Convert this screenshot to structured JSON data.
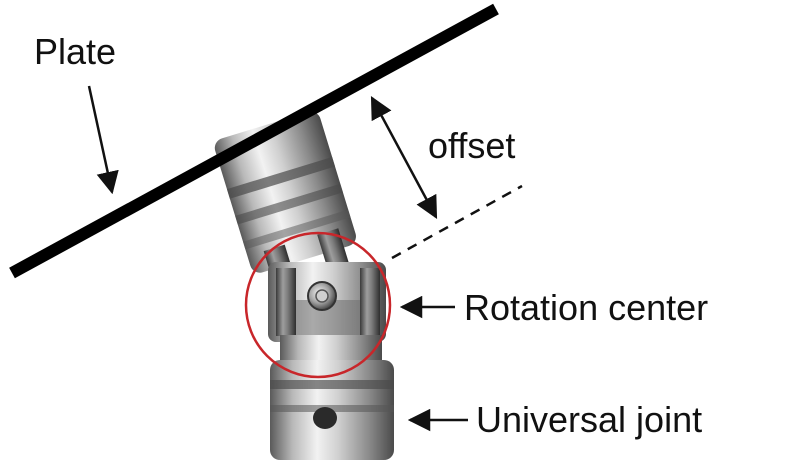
{
  "labels": {
    "plate": "Plate",
    "offset": "offset",
    "rotation_center": "Rotation center",
    "universal_joint": "Universal joint"
  },
  "colors": {
    "ink": "#111111",
    "plate": "#000000",
    "rotation_circle": "#c8262a",
    "metal_light": "#e6e6e6",
    "metal_mid": "#9a9a9a",
    "metal_dark": "#3c3c3c"
  }
}
